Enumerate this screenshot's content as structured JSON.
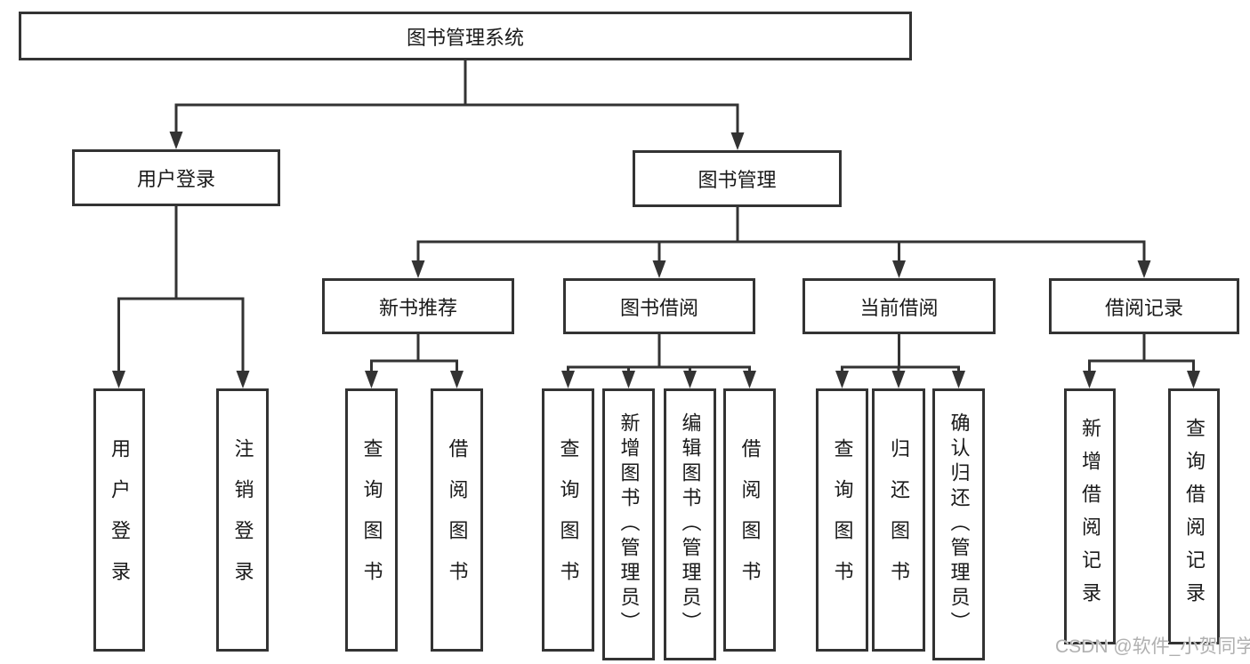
{
  "tree": {
    "root": {
      "label": "图书管理系统"
    },
    "branches": [
      {
        "label": "用户登录",
        "children": [
          {
            "label": "用户登录"
          },
          {
            "label": "注销登录"
          }
        ]
      },
      {
        "label": "图书管理",
        "children": [
          {
            "label": "新书推荐",
            "children": [
              {
                "label": "查询图书"
              },
              {
                "label": "借阅图书"
              }
            ]
          },
          {
            "label": "图书借阅",
            "children": [
              {
                "label": "查询图书"
              },
              {
                "label": "新增图书（管理员）"
              },
              {
                "label": "编辑图书（管理员）"
              },
              {
                "label": "借阅图书"
              }
            ]
          },
          {
            "label": "当前借阅",
            "children": [
              {
                "label": "查询图书"
              },
              {
                "label": "归还图书"
              },
              {
                "label": "确认归还（管理员）"
              }
            ]
          },
          {
            "label": "借阅记录",
            "children": [
              {
                "label": "新增借阅记录"
              },
              {
                "label": "查询借阅记录"
              }
            ]
          }
        ]
      }
    ]
  },
  "watermark": {
    "text": "CSDN @软件_小贺同学"
  },
  "colors": {
    "line": "#333333",
    "box_border": "#333333",
    "text": "#1a1a1a",
    "watermark": "#b0b0b0",
    "background": "#ffffff"
  }
}
